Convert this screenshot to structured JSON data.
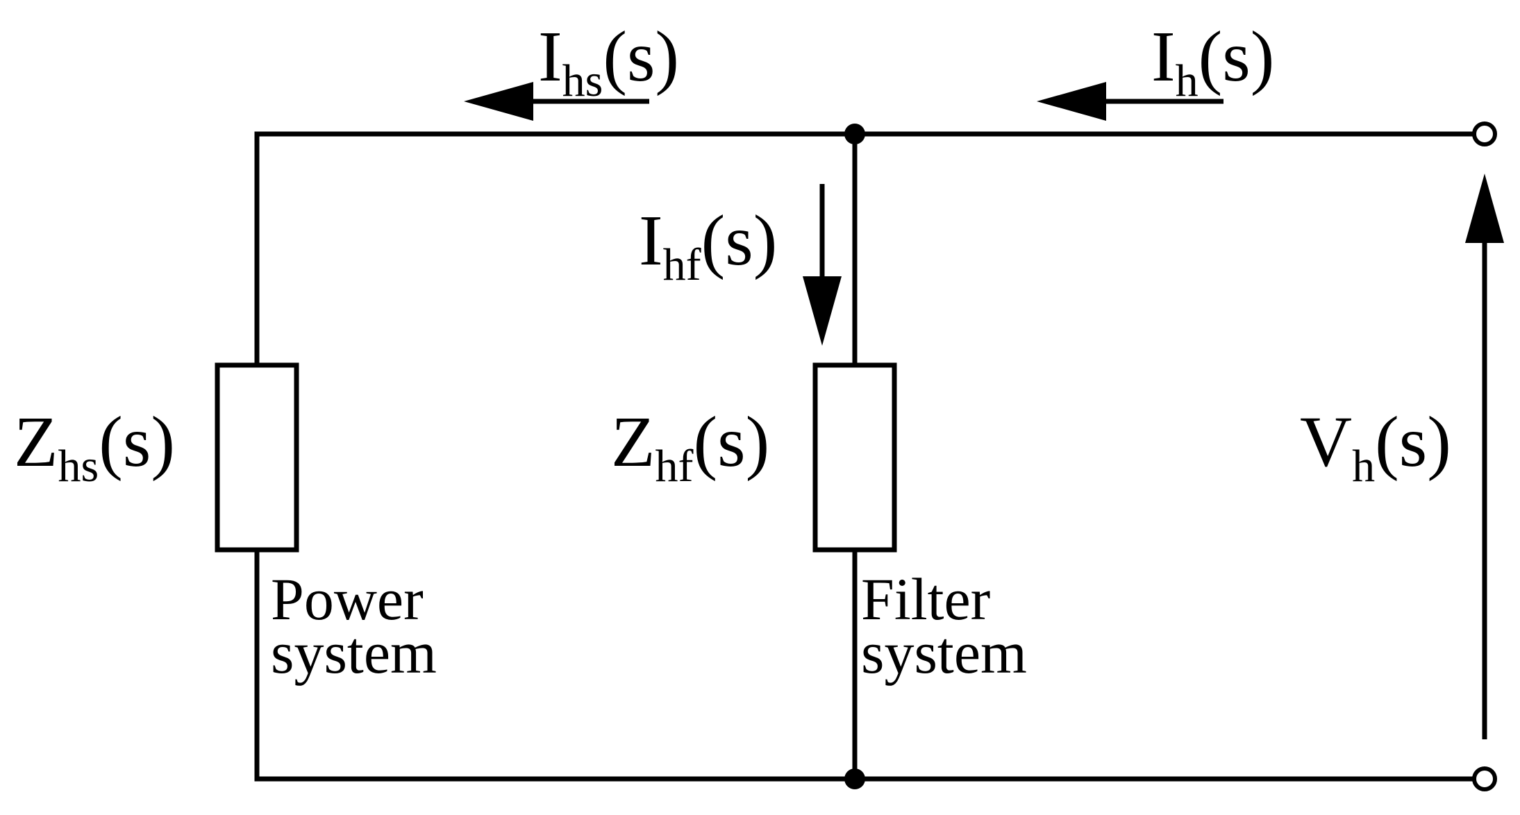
{
  "colors": {
    "line": "#000000",
    "background": "#ffffff"
  },
  "labels": {
    "i_hs": {
      "main": "I",
      "sub": "hs",
      "arg": "(s)"
    },
    "i_h": {
      "main": "I",
      "sub": "h",
      "arg": "(s)"
    },
    "i_hf": {
      "main": "I",
      "sub": "hf",
      "arg": "(s)"
    },
    "z_hs": {
      "main": "Z",
      "sub": "hs",
      "arg": "(s)"
    },
    "z_hf": {
      "main": "Z",
      "sub": "hf",
      "arg": "(s)"
    },
    "v_h": {
      "main": "V",
      "sub": "h",
      "arg": "(s)"
    }
  },
  "captions": {
    "power": {
      "line1": "Power",
      "line2": "system"
    },
    "filter": {
      "line1": "Filter",
      "line2": "system"
    }
  }
}
